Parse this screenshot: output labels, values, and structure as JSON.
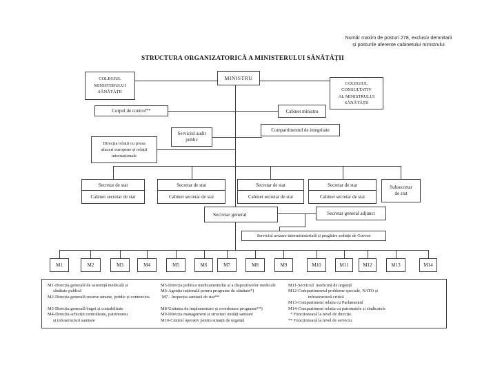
{
  "note": "Număr maxim de posturi 278, exclusiv demnitarii\nși posturile aferente cabinetului ministrului",
  "title": "STRUCTURA ORGANIZATORICĂ A MINISTERULUI SĂNĂTĂȚII",
  "org": {
    "colegiul_ministerului": "COLEGIUL\nMINISTERULUI\nSĂNĂTĂȚII",
    "ministru": "MINISTRU",
    "colegiul_consultativ": "COLEGIUL\nCONSULTATIV\nAL MINISTRULUI\nSĂNĂTĂȚII",
    "corpul_de_control": "Corpul de control**",
    "cabinet_ministru": "Cabinet ministru",
    "compartimentul_integritate": "Compartimentul de integritate",
    "serviciul_audit": "Serviciul audit\npublic",
    "directia_presa": "Direcția relații cu presa\nafaceri europene și relații\ninternaționale",
    "secretar_de_stat": "Secretar de stat",
    "cabinet_secretar_de_stat": "Cabinet secretar de stat",
    "subsecretar": "Subsecretar\nde stat",
    "secretar_general": "Secretar general",
    "secretar_general_adjunct": "Secretar general adjunct",
    "serviciul_avizare": "Serviciul avizare interministerială și pregătire ședințe de Guvern",
    "m_units": [
      "M1",
      "M2",
      "M3",
      "M4",
      "M5",
      "M6",
      "M7",
      "M8",
      "M9",
      "M10",
      "M11",
      "M12",
      "M13",
      "M14"
    ]
  },
  "legend": {
    "col1": "M1-Direcția generală de asistență medicală și\n     sănătate publică\nM2-Direcția generală resurse umane, juridic și contencios\n\nM3-Direcția generală buget și contabilitate\nM4-Direcția achiziții centralizate, patrimoniu\n     și infrastructuri sanitare",
    "col2": "M5-Direcția politica medicamentului și a dispozitivelor medicale\nM6-Agenția națională pentru programe de sănătate*)\n M7 - Inspecția sanitară de stat**\n\nM8-Unitatea de implementare și coordonare programe**)\nM9-Direcția management și structuri unități sanitare\nM10-Centrul operativ pentru situații de urgență",
    "col3": "M11-Serviciul  medicină de urgență\nM12-Compartimentul probleme speciale, NATO și\n                  infrastructură critică\nM13-Compartiment relația cu Parlamentul\nM14-Compartiment relația cu patronatele și sindicatele\n  * Funcționează la nivel de direcție.\n** Funcționează la nivel de serviciu."
  },
  "colors": {
    "line": "#3c3c3c",
    "text": "#1a1a1a",
    "background": "#ffffff"
  }
}
